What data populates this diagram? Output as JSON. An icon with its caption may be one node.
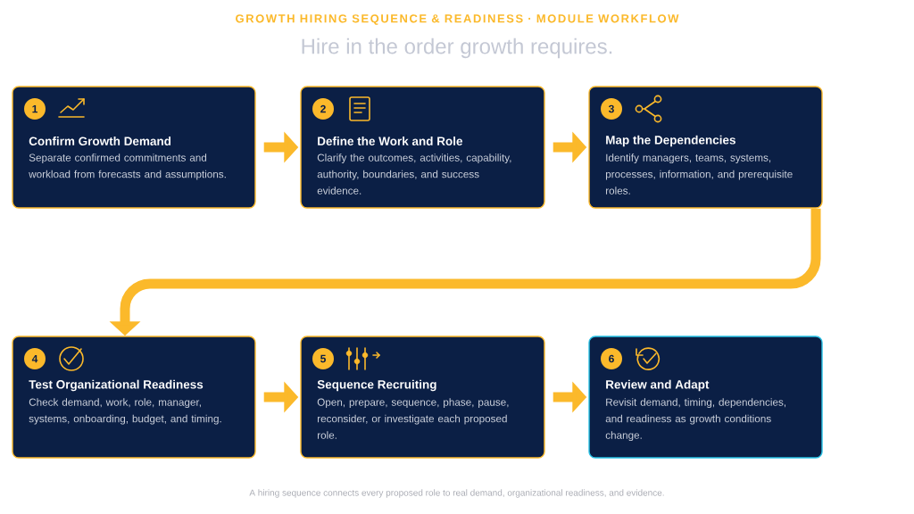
{
  "diagram": {
    "title": "GROWTH HIRING SEQUENCE & READINESS · MODULE WORKFLOW",
    "caption": "A hiring sequence connects every proposed role to real demand, organizational readiness, and evidence.",
    "labels": [
      "Hire in the order growth requires."
    ],
    "nodes": [
      {
        "text": [
          "1",
          "Confirm Growth Demand",
          "Separate confirmed commitments and workload from forecasts and assumptions."
        ]
      },
      {
        "text": [
          "2",
          "Define the Work and Role",
          "Clarify the outcomes, activities, capability, authority, boundaries, and success evidence."
        ]
      },
      {
        "text": [
          "3",
          "Map the Dependencies",
          "Identify managers, teams, systems, processes, information, and prerequisite roles."
        ]
      },
      {
        "text": [
          "4",
          "Test Organizational Readiness",
          "Check demand, work, role, manager, systems, onboarding, budget, and timing."
        ]
      },
      {
        "text": [
          "5",
          "Sequence Recruiting",
          "Open, prepare, sequence, phase, pause, reconsider, or investigate each proposed role."
        ]
      },
      {
        "text": [
          "6",
          "Review and Adapt",
          "Revisit demand, timing, dependencies, and readiness as growth conditions change."
        ]
      }
    ],
    "edges": [
      {
        "from": 0,
        "to": 1,
        "arrow": "to"
      },
      {
        "from": 1,
        "to": 2,
        "arrow": "to"
      },
      {
        "from": 2,
        "to": 3,
        "arrow": "to"
      },
      {
        "from": 3,
        "to": 4,
        "arrow": "to"
      },
      {
        "from": 4,
        "to": 5,
        "arrow": "to"
      }
    ]
  }
}
